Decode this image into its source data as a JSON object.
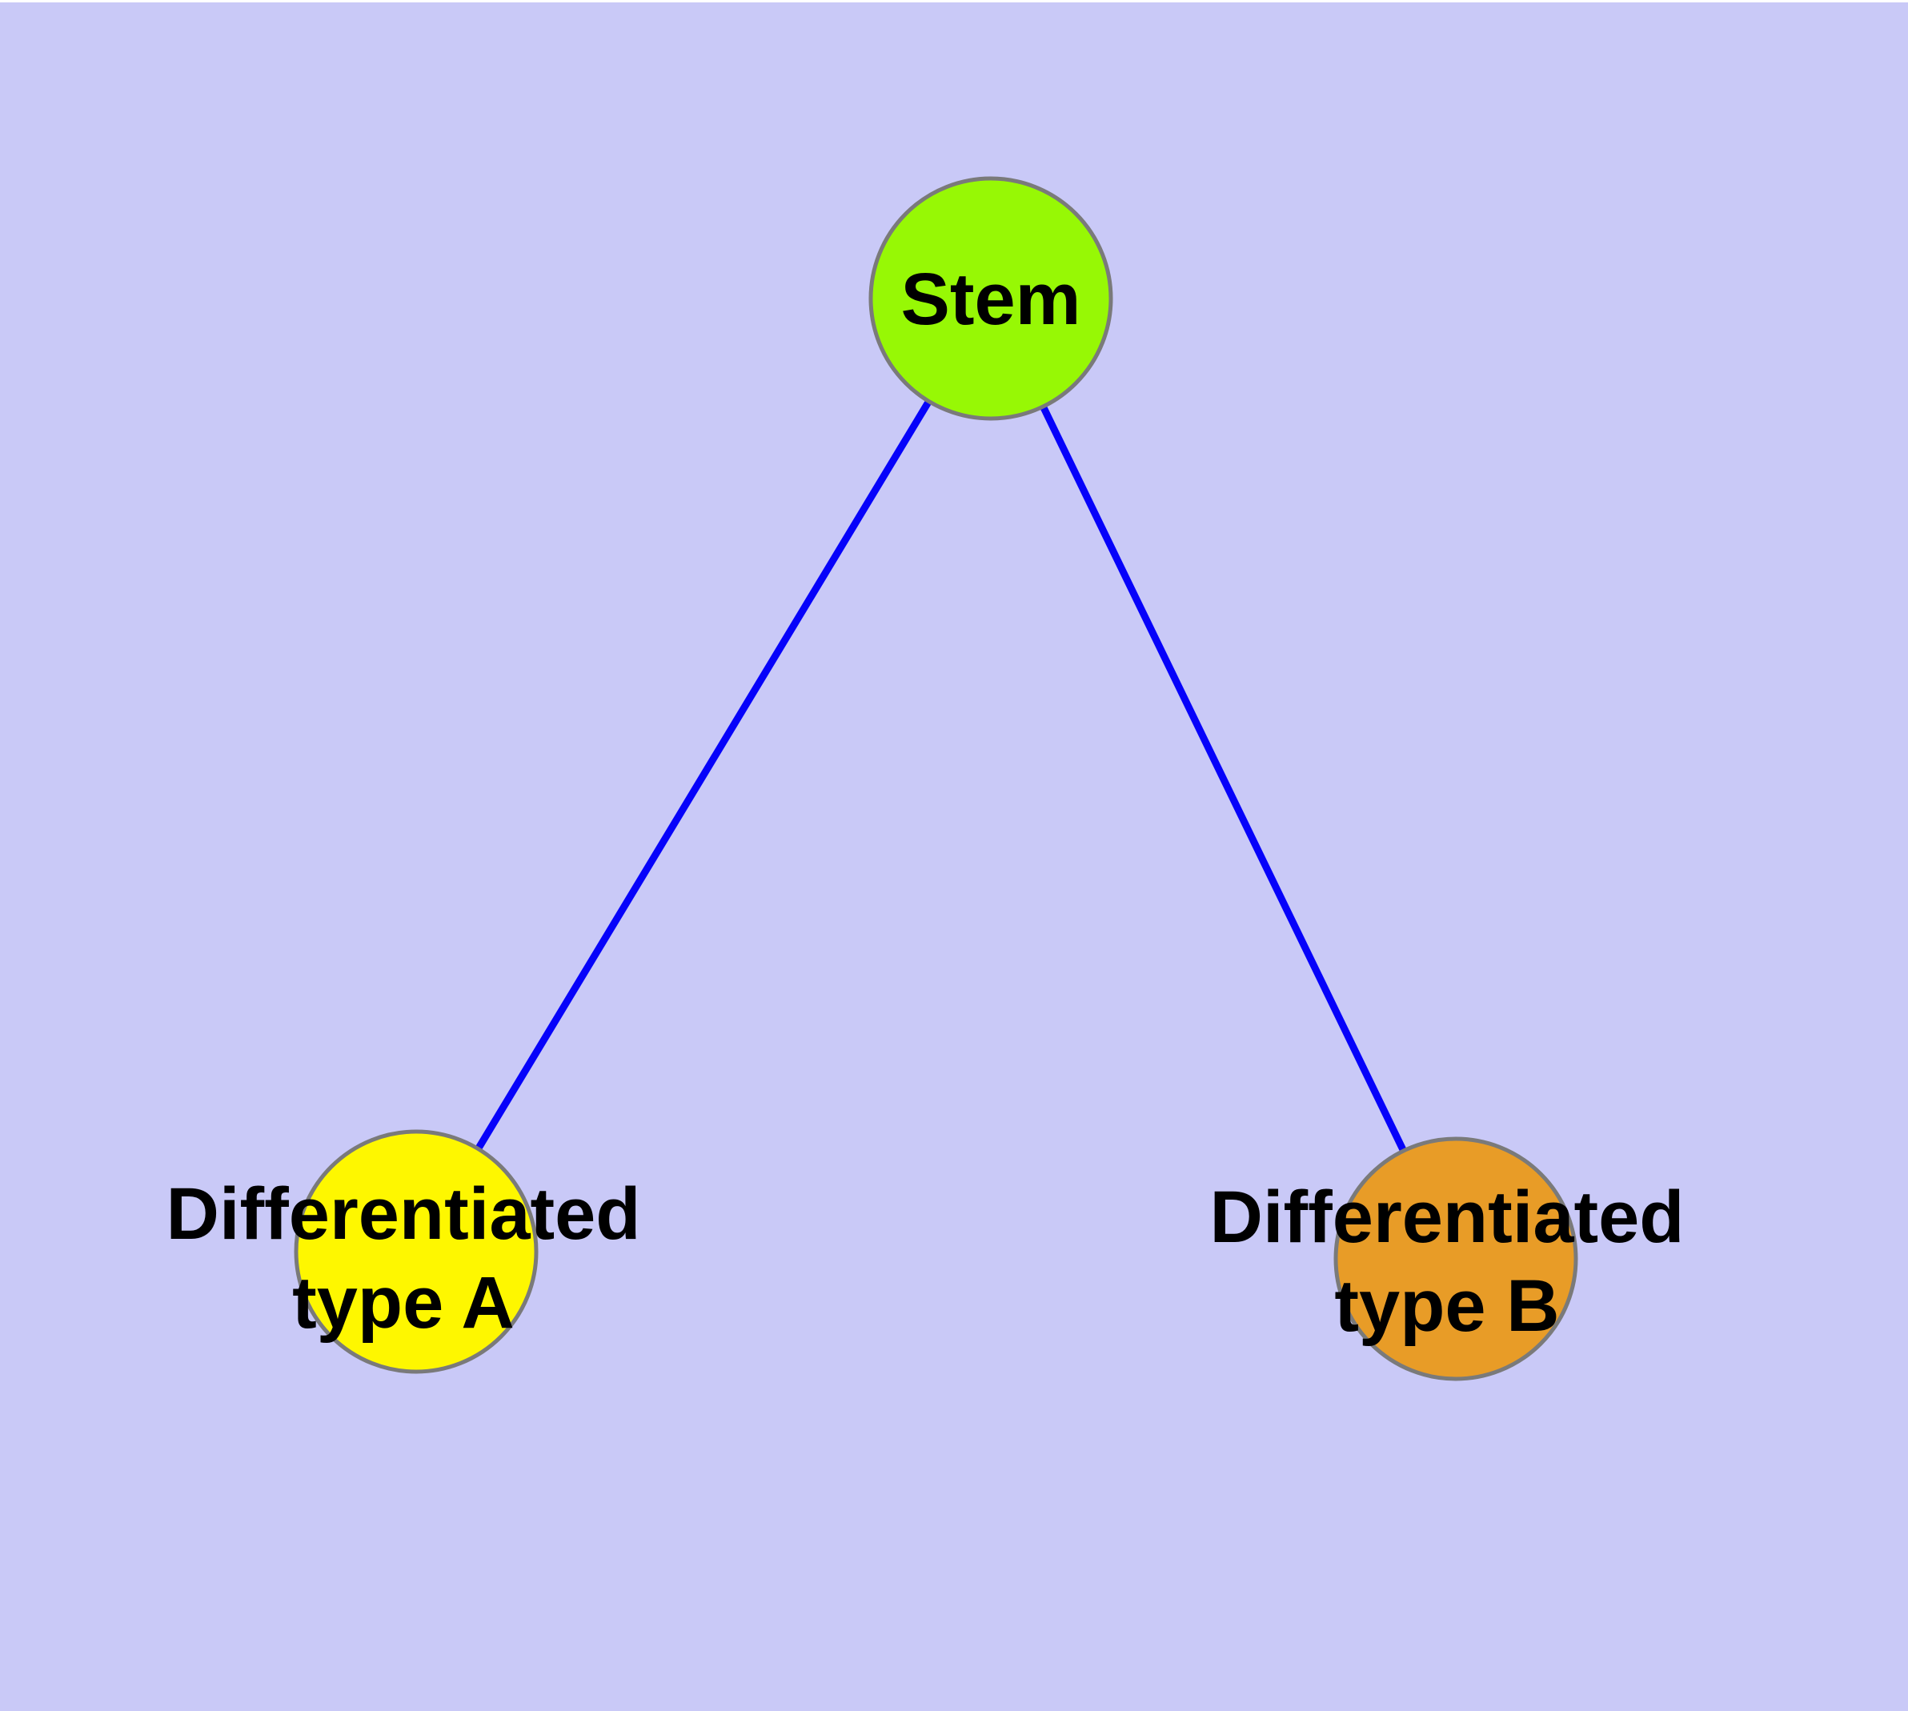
{
  "diagram": {
    "colors": {
      "background": "#C9C9F7",
      "edge": "#0602FA",
      "node_border": "#7A7A7A",
      "label_text": "#000000"
    },
    "nodes": [
      {
        "id": "stem",
        "lines": [
          "Stem"
        ],
        "fill": "#97F805"
      },
      {
        "id": "differentiated-type-a",
        "lines": [
          "Differentiated",
          "type A"
        ],
        "fill": "#FEF700"
      },
      {
        "id": "differentiated-type-b",
        "lines": [
          "Differentiated",
          "type B"
        ],
        "fill": "#E89C27"
      }
    ],
    "edges": [
      {
        "from": "Stem",
        "to": "Differentiated type A"
      },
      {
        "from": "Stem",
        "to": "Differentiated type B"
      }
    ]
  }
}
